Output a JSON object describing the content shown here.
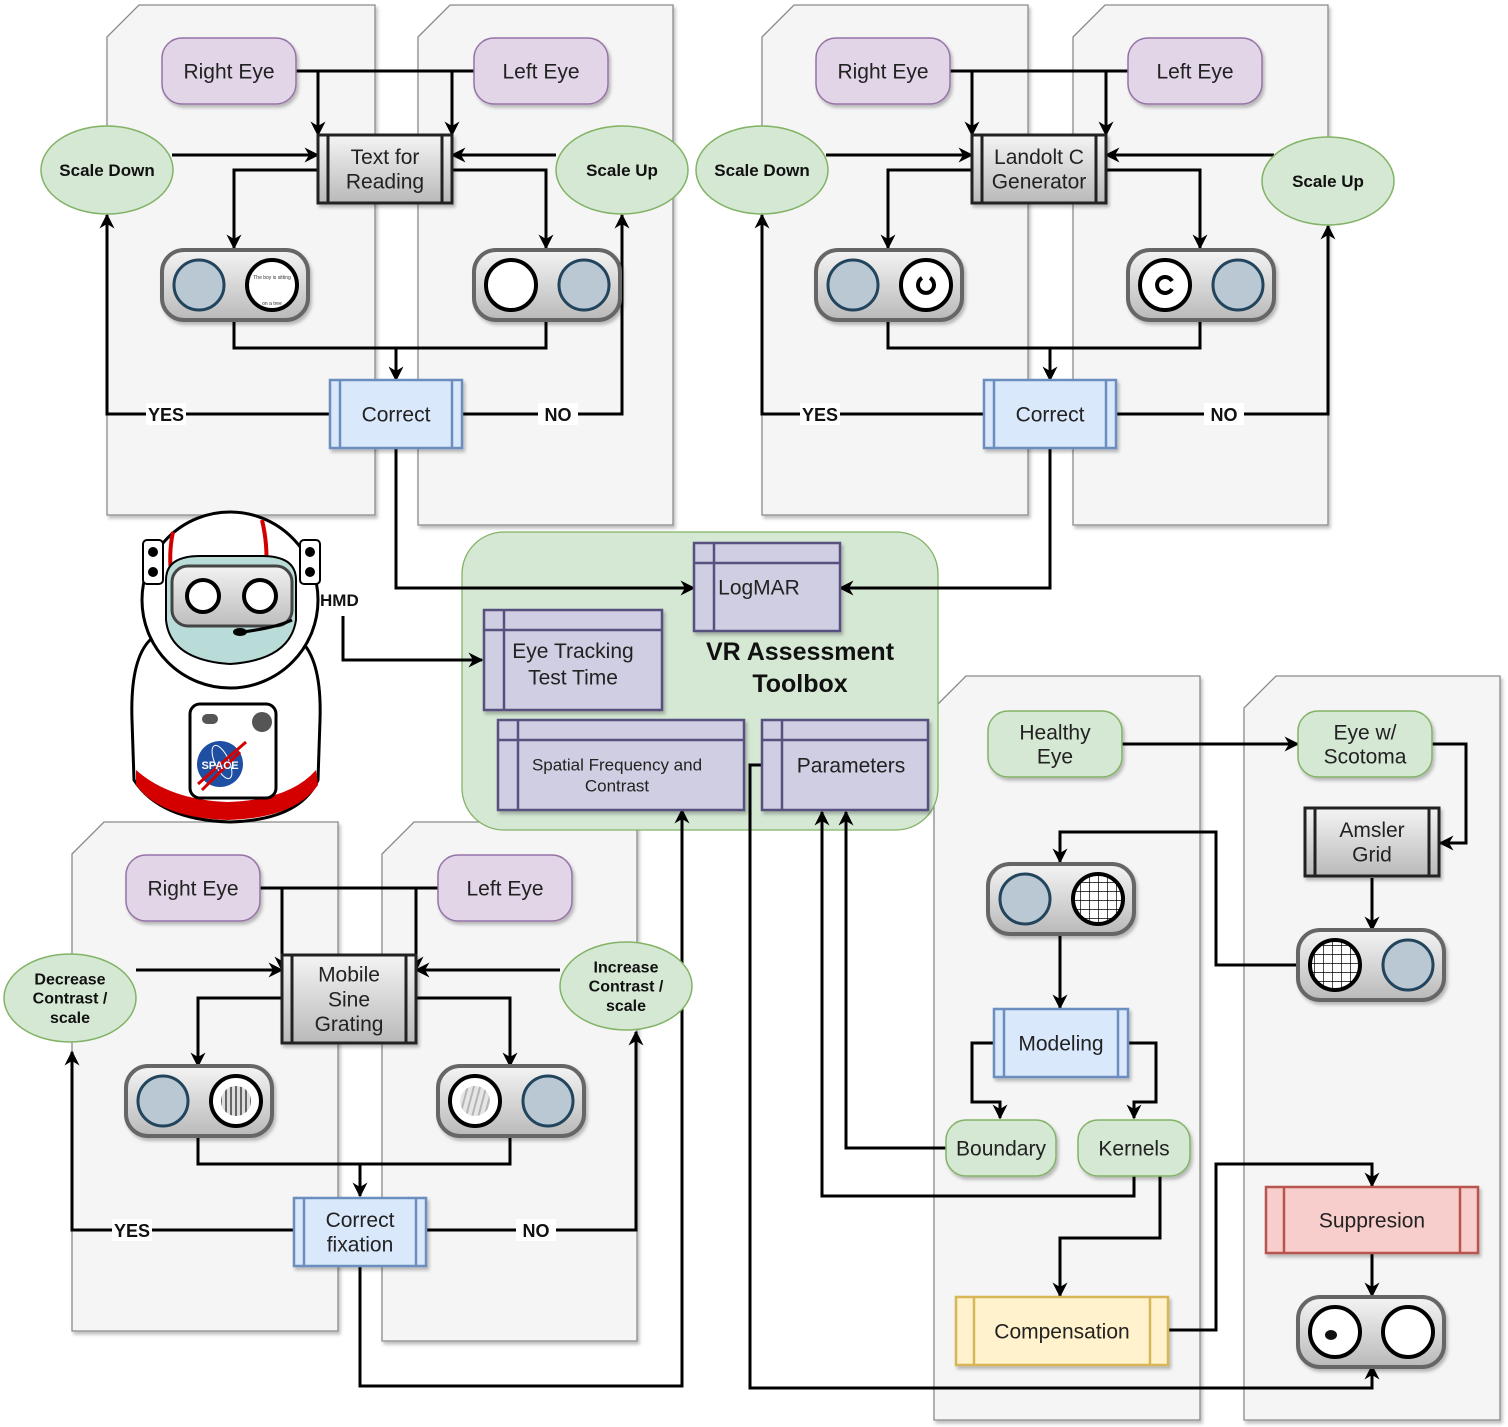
{
  "colors": {
    "lane_fill": "#f5f5f5",
    "eye_node_fill": "#e1d5e7",
    "eye_node_stroke": "#9673a6",
    "green_fill": "#d5e8d4",
    "green_stroke": "#82b366",
    "blue_fill": "#dae8fc",
    "blue_stroke": "#6c8ebf",
    "toolbox_item_fill": "#d0cee2",
    "toolbox_item_stroke": "#56517e",
    "toolbox_bg": "#d5e8d4",
    "red_fill": "#f8cecc",
    "red_stroke": "#b85450",
    "yellow_fill": "#fff2cc",
    "yellow_stroke": "#d6b656",
    "gray_process_fill": "#e0e0e0",
    "lens_fill": "#bac8d3",
    "lens_stroke": "#23445d"
  },
  "visual_acuity_text": {
    "right_eye": "Right Eye",
    "left_eye": "Left Eye",
    "process": [
      "Text for",
      "Reading"
    ],
    "scale_down": "Scale Down",
    "scale_up": "Scale Up",
    "decision": "Correct",
    "yes": "YES",
    "no": "NO",
    "stimulus_text_top": "The boy is sitting",
    "stimulus_text_bottom": "on a tree"
  },
  "visual_acuity_landolt": {
    "right_eye": "Right Eye",
    "left_eye": "Left Eye",
    "process": [
      "Landolt C",
      "Generator"
    ],
    "scale_down": "Scale Down",
    "scale_up": "Scale Up",
    "decision": "Correct",
    "yes": "YES",
    "no": "NO"
  },
  "contrast_sensitivity": {
    "right_eye": "Right Eye",
    "left_eye": "Left Eye",
    "process": [
      "Mobile",
      "Sine",
      "Grating"
    ],
    "decrease": [
      "Decrease",
      "Contrast /",
      "scale"
    ],
    "increase": [
      "Increase",
      "Contrast /",
      "scale"
    ],
    "decision": [
      "Correct",
      "fixation"
    ],
    "yes": "YES",
    "no": "NO"
  },
  "astronaut": {
    "hmd_label": "HMD",
    "badge_text": "SPACE"
  },
  "toolbox": {
    "title": [
      "VR Assessment",
      "Toolbox"
    ],
    "logmar": "LogMAR",
    "eye_tracking": [
      "Eye Tracking",
      "Test Time"
    ],
    "spatial": [
      "Spatial Frequency and",
      "Contrast"
    ],
    "parameters": "Parameters"
  },
  "scotoma": {
    "healthy_eye": [
      "Healthy",
      "Eye"
    ],
    "eye_scotoma": [
      "Eye w/",
      "Scotoma"
    ],
    "amsler": [
      "Amsler",
      "Grid"
    ],
    "modeling": "Modeling",
    "boundary": "Boundary",
    "kernels": "Kernels",
    "compensation": "Compensation",
    "suppression": "Suppresion"
  }
}
